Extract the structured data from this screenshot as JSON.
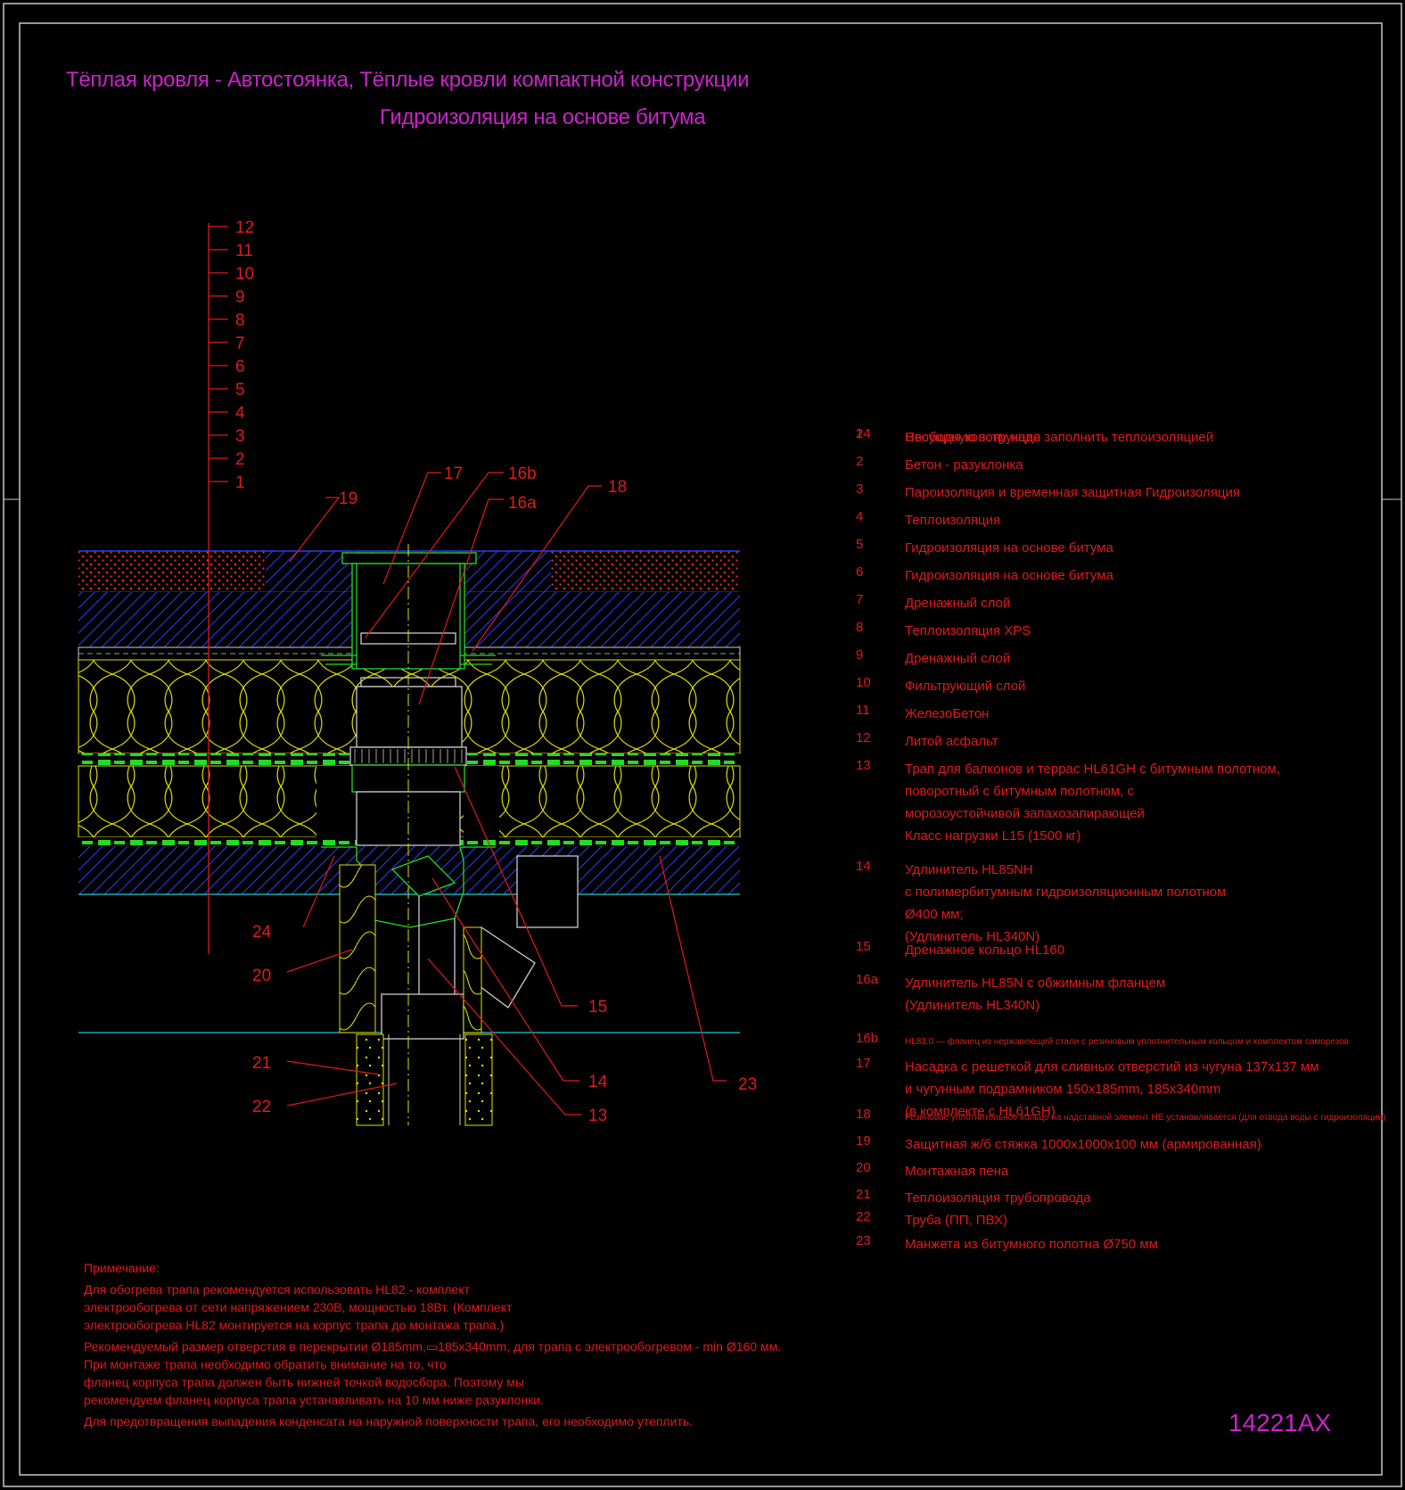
{
  "title": {
    "line1": "Тёплая кровля - Автостоянка, Тёплые кровли компактной конструкции",
    "line2": "Гидроизоляция на основе битума"
  },
  "drawing_code": "14221AX",
  "colors": {
    "background": "#000000",
    "frame": "#ffffff",
    "title": "#cc22cc",
    "text_red": "#e01a1a",
    "insulation": "#e0e000",
    "concrete_blue": "#2a3cff",
    "drain_green": "#22dd22",
    "cyan": "#19d0d0",
    "asphalt_red": "#ff2a2a"
  },
  "layer_marks": [
    "12",
    "11",
    "10",
    "9",
    "8",
    "7",
    "6",
    "5",
    "4",
    "3",
    "2",
    "1"
  ],
  "callouts": {
    "c19": "19",
    "c17": "17",
    "c16b": "16b",
    "c16a": "16a",
    "c18": "18",
    "c24": "24",
    "c20": "20",
    "c15": "15",
    "c21": "21",
    "c22": "22",
    "c14": "14",
    "c13": "13",
    "c23": "23"
  },
  "legend": [
    {
      "num": "1",
      "lines": [
        "Несущая конструкция"
      ]
    },
    {
      "num": "2",
      "lines": [
        "Бетон - разуклонка"
      ]
    },
    {
      "num": "3",
      "lines": [
        "Пароизоляция и временная защитная Гидроизоляция"
      ]
    },
    {
      "num": "4",
      "lines": [
        "Теплоизоляция"
      ]
    },
    {
      "num": "5",
      "lines": [
        "Гидроизоляция на основе битума"
      ]
    },
    {
      "num": "6",
      "lines": [
        "Гидроизоляция на основе битума"
      ]
    },
    {
      "num": "7",
      "lines": [
        "Дренажный слой"
      ]
    },
    {
      "num": "8",
      "lines": [
        "Теплоизоляция XPS"
      ]
    },
    {
      "num": "9",
      "lines": [
        "Дренажный слой"
      ]
    },
    {
      "num": "10",
      "lines": [
        "Фильтрующий слой"
      ]
    },
    {
      "num": "11",
      "lines": [
        "ЖелезоБетон"
      ]
    },
    {
      "num": "12",
      "lines": [
        "Литой асфальт"
      ]
    },
    {
      "num": "13",
      "lines": [
        "Трап для балконов и террас HL61GH с битумным полотном,",
        "поворотный  с битумным полотном, с",
        "морозоустойчивой запахозапирающей",
        "Класс нагрузки L15 (1500 кг)"
      ]
    },
    {
      "num": "14",
      "lines": [
        "Удлинитель HL85NH",
        "с полимербитумным гидроизоляционным полотном",
        "Ø400 мм;",
        "(Удлинитель HL340N)"
      ]
    },
    {
      "num": "15",
      "lines": [
        "Дренажное кольцо HL160"
      ]
    },
    {
      "num": "16a",
      "lines": [
        "Удлинитель HL85N с обжимным фланцем",
        "(Удлинитель HL340N)"
      ]
    },
    {
      "num": "16b",
      "lines": [
        "HL83.0 — фланец из нержавеющей стали с резиновым уплотнительным кольцом и комплектом саморезов"
      ]
    },
    {
      "num": "17",
      "lines": [
        "Насадка с решеткой для сливных отверстий из чугуна 137x137 мм",
        "и чугунным подрамником 150x185mm,   185x340mm",
        "(в комплекте с HL61GH)"
      ]
    },
    {
      "num": "18",
      "lines": [
        "Резиновое уплотнительное кольцо на надставной элемент НЕ устанавливается (для отвода воды с гидроизоляции)"
      ]
    },
    {
      "num": "19",
      "lines": [
        "Защитная ж/б стяжка 1000x1000x100 мм (армированная)"
      ]
    },
    {
      "num": "20",
      "lines": [
        "Монтажная пена"
      ]
    },
    {
      "num": "21",
      "lines": [
        "Теплоизоляция трубопровода"
      ]
    },
    {
      "num": "22",
      "lines": [
        "Труба (ПП, ПВХ)"
      ]
    },
    {
      "num": "23",
      "lines": [
        "Манжета из битумного полотна Ø750 мм"
      ]
    },
    {
      "num": "24",
      "lines": [
        "Свободную зону надо заполнить теплоизоляцией"
      ]
    }
  ],
  "note": {
    "heading": "Примечание:",
    "lines": [
      "Для обогрева трапа рекомендуется использовать HL82 - комплект",
      "электрообогрева от сети напряжением 230В, мощностью 18Вт. (Комплект",
      "электрообогрева HL82 монтируется на корпус трапа до монтажа трапа.)",
      "Рекомендуемый размер отверстия в перекрытии Ø185mm,▭185x340mm, для трапа с электрообогревом - min Ø160 мм.",
      "При монтаже трапа необходимо обратить внимание на то, что",
      "фланец корпуса трапа должен быть нижней точкой водосбора. Поэтому мы",
      "рекомендуем фланец корпуса трапа устанавливать на 10 мм ниже разуклонки.",
      "Для предотвращения выпадения конденсата на наружной поверхности трапа, его необходимо утеплить."
    ]
  }
}
